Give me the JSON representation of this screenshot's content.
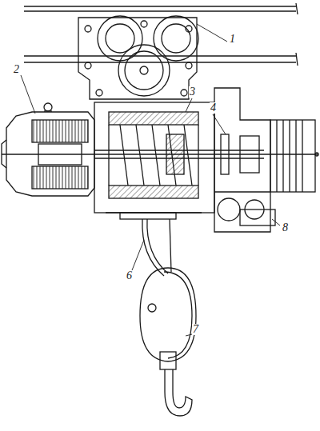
{
  "diagram": {
    "labels": [
      "1",
      "2",
      "3",
      "4",
      "6",
      "7",
      "8"
    ]
  }
}
